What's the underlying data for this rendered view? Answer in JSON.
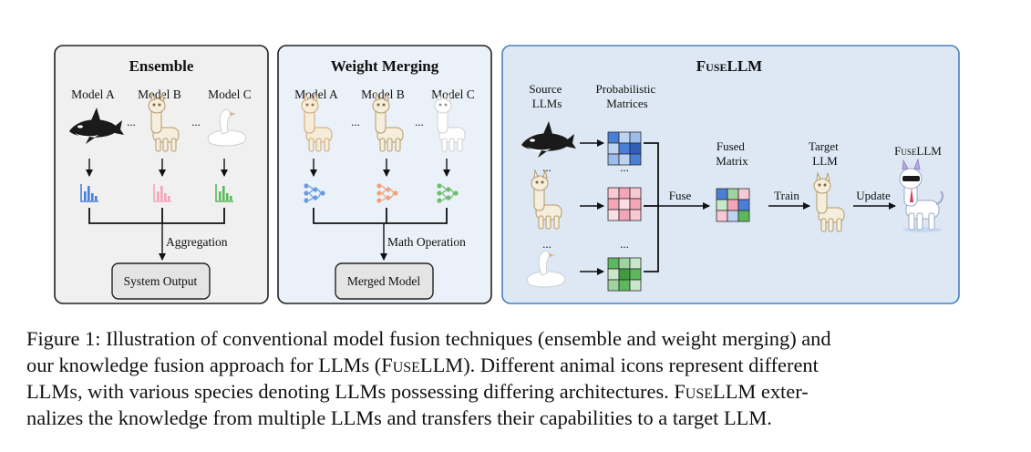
{
  "ensemble": {
    "title": "Ensemble",
    "models": [
      "Model A",
      "Model B",
      "Model C"
    ],
    "dots": "...",
    "step_label": "Aggregation",
    "output_label": "System Output"
  },
  "weight_merging": {
    "title": "Weight Merging",
    "models": [
      "Model A",
      "Model B",
      "Model C"
    ],
    "dots": "...",
    "step_label": "Math Operation",
    "output_label": "Merged Model"
  },
  "fusellm": {
    "title": "FuseLLM",
    "source_llms_label": [
      "Source",
      "LLMs"
    ],
    "prob_matrices_label": [
      "Probabilistic",
      "Matrices"
    ],
    "dots": "...",
    "fuse_label": "Fuse",
    "fused_matrix_label": [
      "Fused",
      "Matrix"
    ],
    "train_label": "Train",
    "target_llm_label": [
      "Target",
      "LLM"
    ],
    "update_label": "Update",
    "result_label": "FuseLLM"
  },
  "caption": {
    "line1": "Figure 1: Illustration of conventional model fusion techniques (ensemble and weight merging) and",
    "line2": "our knowledge fusion approach for LLMs (FuseLLM). Different animal icons represent different",
    "line3": "LLMs, with various species denoting LLMs possessing differing architectures. FuseLLM exter-",
    "line4": "nalizes the knowledge from multiple LLMs and transfers their capabilities to a target LLM."
  },
  "colors": {
    "ensemble_bg": "#f0f0f0",
    "merging_bg": "#eaf1f8",
    "fusellm_bg": "#dde8f4",
    "fusellm_border": "#4a7fc1",
    "blue": "#4a7fd8",
    "pink": "#f4a6b8",
    "green": "#5cb85c"
  }
}
